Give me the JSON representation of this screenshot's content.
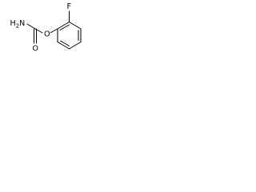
{
  "molecule": {
    "atoms": {
      "fluorine": "F",
      "ester_oxygen": "O",
      "carbonyl_oxygen": "O",
      "amine": "H2N"
    },
    "colors": {
      "bond": "#000000",
      "label": "#000000",
      "background": "#ffffff"
    }
  }
}
